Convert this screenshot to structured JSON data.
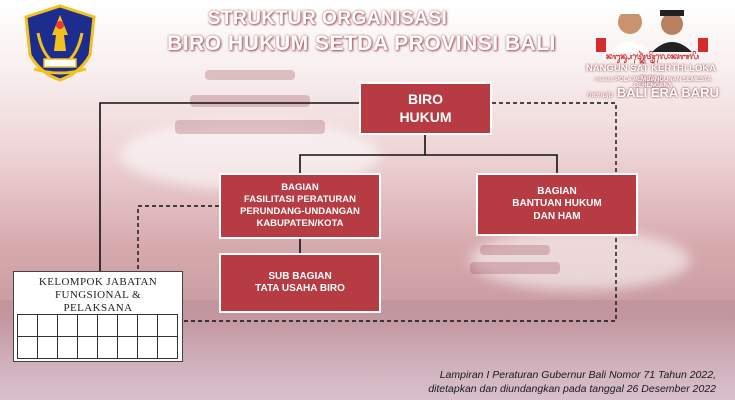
{
  "header": {
    "title_line1": "STRUKTUR ORGANISASI",
    "title_line2": "BIRO HUKUM  SETDA PROVINSI BALI"
  },
  "branding": {
    "slogan_script": "ᬦᬗᬸᬦ᭄ᬲᬢ᭄ᬓᬾᬃᬢ᭄ᬣᬶᬮᭀᬓᬩᬮᬶ",
    "slogan_main": "NANGUN SAT KERTHI LOKA BALI",
    "slogan_sub_prefix": "melalui",
    "slogan_sub": "POLA PEMBANGUNAN SEMESTA BERENCANA",
    "era_prefix": "menuju",
    "era": "BALI ERA BARU"
  },
  "org": {
    "root": {
      "line1": "BIRO",
      "line2": "HUKUM"
    },
    "bagian_fasilitasi": {
      "line1": "BAGIAN",
      "line2": "FASILITASI  PERATURAN",
      "line3": "PERUNDANG-UNDANGAN",
      "line4": "KABUPATEN/KOTA"
    },
    "bagian_bantuan": {
      "line1": "BAGIAN",
      "line2": "BANTUAN HUKUM",
      "line3": "DAN HAM"
    },
    "sub_bagian": {
      "line1": "SUB BAGIAN",
      "line2": "TATA USAHA BIRO"
    },
    "kelompok": {
      "line1": "KELOMPOK JABATAN",
      "line2": "FUNGSIONAL &",
      "line3": "PELAKSANA"
    }
  },
  "footer": {
    "line1": "Lampiran I Peraturan  Gubernur  Bali Nomor 71 Tahun 2022,",
    "line2": "ditetapkan dan diundangkan pada tanggal 26 Desember 2022"
  },
  "colors": {
    "box_fill": "#b63b42",
    "box_border": "#ffffff",
    "title_text": "#ffffff",
    "connector": "#111111"
  }
}
